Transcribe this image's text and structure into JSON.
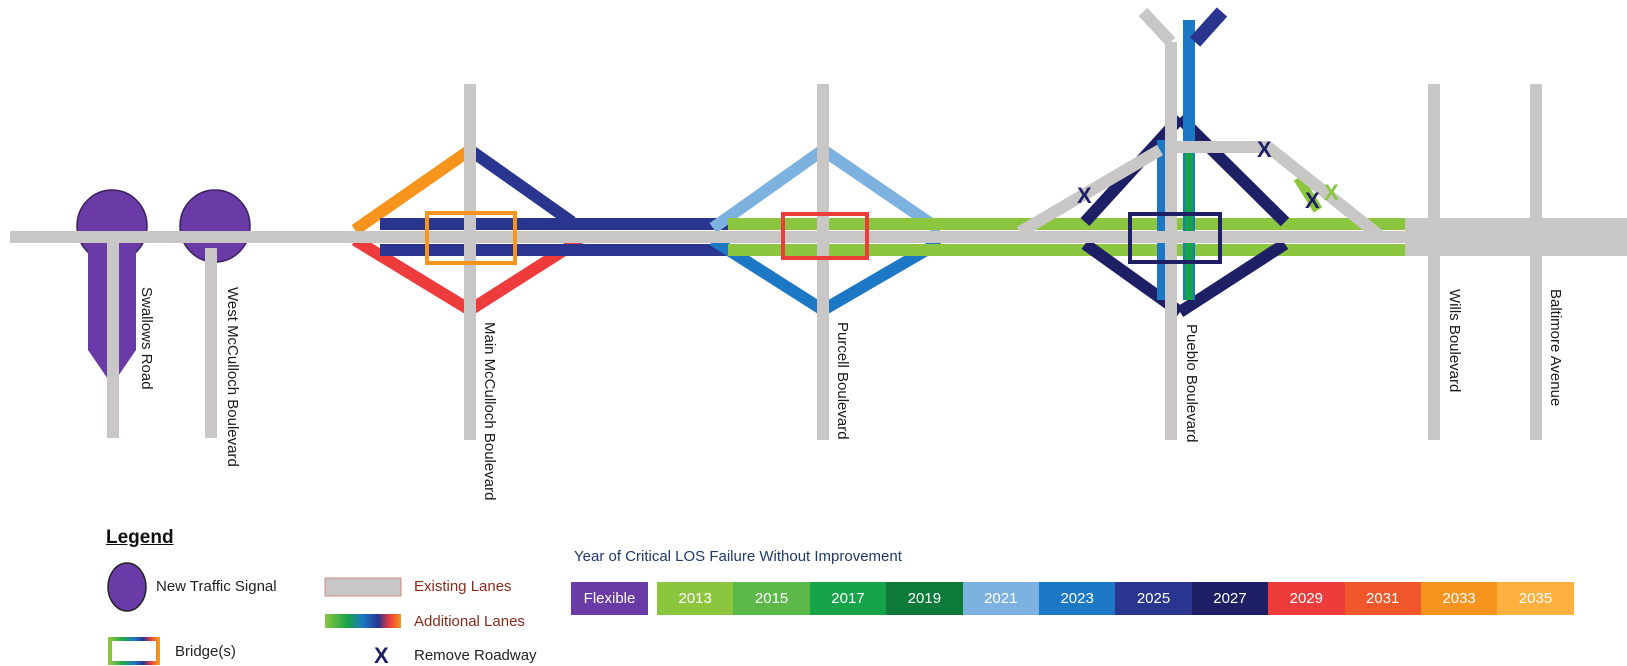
{
  "streets": {
    "swallows": "Swallows Road",
    "west_mcculloch": "West McCulloch Boulevard",
    "main_mcculloch": "Main McCulloch Boulevard",
    "purcell": "Purcell Boulevard",
    "pueblo": "Pueblo Boulevard",
    "wills": "Wills Boulevard",
    "baltimore": "Baltimore Avenue"
  },
  "legend": {
    "title": "Legend",
    "items": {
      "new_traffic_signal": "New Traffic Signal",
      "bridges": "Bridge(s)",
      "existing_lanes": "Existing Lanes",
      "additional_lanes": "Additional Lanes",
      "remove_roadway": "Remove Roadway"
    }
  },
  "scale": {
    "title": "Year of Critical LOS Failure Without Improvement",
    "flexible": {
      "label": "Flexible",
      "color": "#6a3aa6"
    },
    "years": [
      {
        "label": "2013",
        "color": "#8cc63f"
      },
      {
        "label": "2015",
        "color": "#5cb848"
      },
      {
        "label": "2017",
        "color": "#16a349"
      },
      {
        "label": "2019",
        "color": "#0e7a3a"
      },
      {
        "label": "2021",
        "color": "#7db1e0"
      },
      {
        "label": "2023",
        "color": "#1c78c5"
      },
      {
        "label": "2025",
        "color": "#2a3590"
      },
      {
        "label": "2027",
        "color": "#1f1f66"
      },
      {
        "label": "2029",
        "color": "#ee3c3c"
      },
      {
        "label": "2031",
        "color": "#f0572a"
      },
      {
        "label": "2033",
        "color": "#f6941d"
      },
      {
        "label": "2035",
        "color": "#fbb040"
      }
    ]
  },
  "colors": {
    "existing_lane": "#c9c7c5",
    "signal": "#6a3aa6"
  }
}
